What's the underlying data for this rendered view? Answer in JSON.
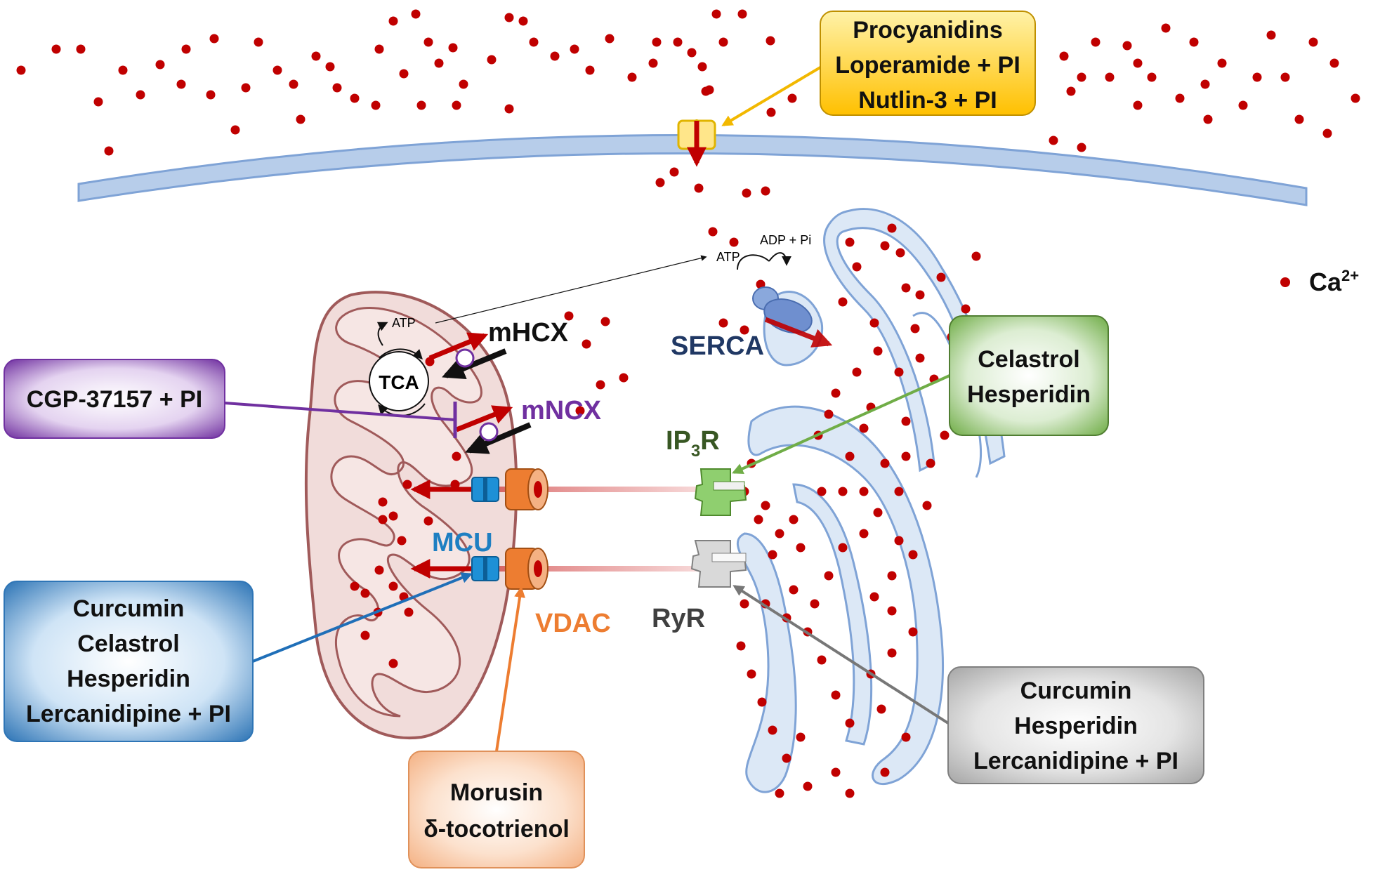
{
  "legend": {
    "ion_label": "Ca",
    "ion_charge": "2+"
  },
  "channels": {
    "mhcx": "mHCX",
    "mncx": "mNCX",
    "mcu": "MCU",
    "vdac": "VDAC",
    "serca": "SERCA",
    "ip3r_main": "IP",
    "ip3r_sub": "3",
    "ip3r_tail": "R",
    "ryr": "RyR"
  },
  "metabolism": {
    "tca": "TCA",
    "atp_mito": "ATP",
    "atp_serca": "ATP",
    "adp_pi": "ADP + Pi"
  },
  "drug_boxes": {
    "plasma_membrane": [
      "Procyanidins",
      "Loperamide + PI",
      "Nutlin-3 + PI"
    ],
    "mncx": [
      "CGP-37157 + PI"
    ],
    "ip3r": [
      "Celastrol",
      "Hesperidin"
    ],
    "mcu": [
      "Curcumin",
      "Celastrol",
      "Hesperidin",
      "Lercanidipine + PI"
    ],
    "vdac": [
      "Morusin",
      "δ-tocotrienol"
    ],
    "ryr": [
      "Curcumin",
      "Hesperidin",
      "Lercanidipine + PI"
    ]
  },
  "colors": {
    "calcium": "#c00000",
    "membrane": "#b7cdea",
    "mito_fill": "#f1dcda",
    "mito_stroke": "#a05a5a",
    "er_stroke": "#7fa3d6",
    "mcu": "#1e90d6",
    "vdac": "#ed7d31",
    "serca": "#6f8fcf",
    "ip3r": "#8fcf6f",
    "ryr": "#b0b0b0",
    "box_yellow": "#ffc000",
    "box_purple": "#7030a0",
    "box_green": "#70ad47",
    "box_blue": "#2e75b6",
    "box_orange": "#f4b183",
    "box_gray": "#a6a6a6"
  }
}
